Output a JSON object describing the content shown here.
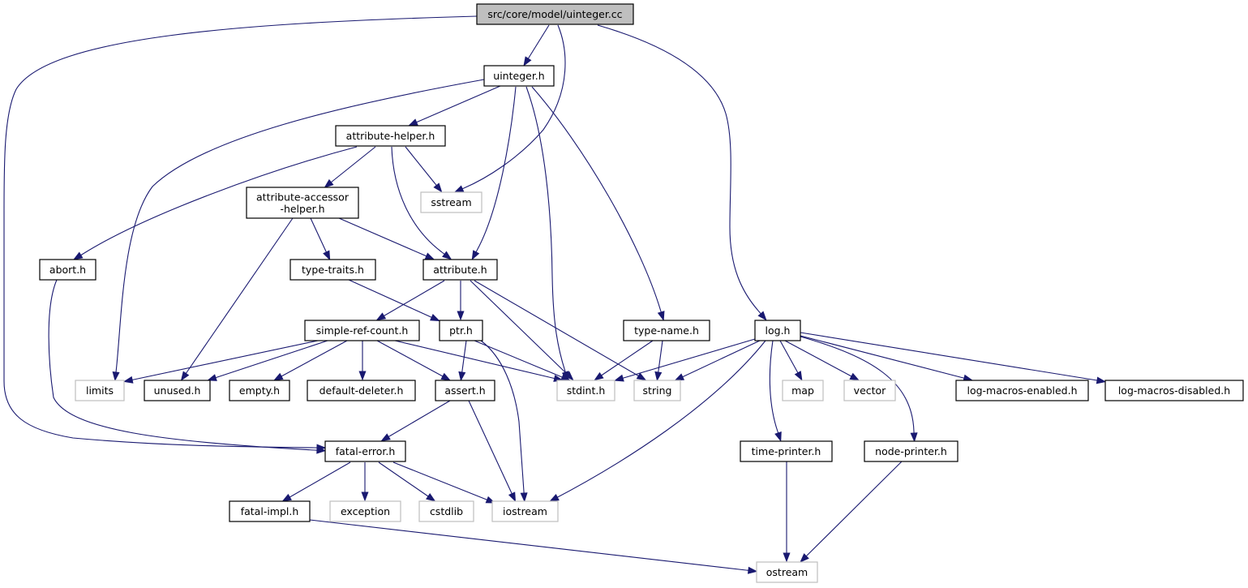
{
  "graph": {
    "root": "uinteger_cc",
    "nodes": [
      {
        "id": "uinteger_cc",
        "lines": [
          "src/core/model/uinteger.cc"
        ],
        "kind": "root",
        "link": false
      },
      {
        "id": "uinteger_h",
        "lines": [
          "uinteger.h"
        ],
        "kind": "file",
        "link": true
      },
      {
        "id": "attribute_helper_h",
        "lines": [
          "attribute-helper.h"
        ],
        "kind": "file",
        "link": true
      },
      {
        "id": "sstream",
        "lines": [
          "sstream"
        ],
        "kind": "external",
        "link": false
      },
      {
        "id": "attribute_accessor_helper_h",
        "lines": [
          "attribute-accessor",
          "-helper.h"
        ],
        "kind": "file",
        "link": true
      },
      {
        "id": "abort_h",
        "lines": [
          "abort.h"
        ],
        "kind": "file",
        "link": true
      },
      {
        "id": "type_traits_h",
        "lines": [
          "type-traits.h"
        ],
        "kind": "file",
        "link": true
      },
      {
        "id": "attribute_h",
        "lines": [
          "attribute.h"
        ],
        "kind": "file",
        "link": true
      },
      {
        "id": "simple_ref_count_h",
        "lines": [
          "simple-ref-count.h"
        ],
        "kind": "file",
        "link": true
      },
      {
        "id": "ptr_h",
        "lines": [
          "ptr.h"
        ],
        "kind": "file",
        "link": true
      },
      {
        "id": "type_name_h",
        "lines": [
          "type-name.h"
        ],
        "kind": "file",
        "link": true
      },
      {
        "id": "log_h",
        "lines": [
          "log.h"
        ],
        "kind": "file",
        "link": true
      },
      {
        "id": "limits",
        "lines": [
          "limits"
        ],
        "kind": "external",
        "link": false
      },
      {
        "id": "unused_h",
        "lines": [
          "unused.h"
        ],
        "kind": "file",
        "link": true
      },
      {
        "id": "empty_h",
        "lines": [
          "empty.h"
        ],
        "kind": "file",
        "link": true
      },
      {
        "id": "default_deleter_h",
        "lines": [
          "default-deleter.h"
        ],
        "kind": "file",
        "link": true
      },
      {
        "id": "assert_h",
        "lines": [
          "assert.h"
        ],
        "kind": "file",
        "link": true
      },
      {
        "id": "stdint_h",
        "lines": [
          "stdint.h"
        ],
        "kind": "external",
        "link": false
      },
      {
        "id": "string",
        "lines": [
          "string"
        ],
        "kind": "external",
        "link": false
      },
      {
        "id": "map",
        "lines": [
          "map"
        ],
        "kind": "external",
        "link": false
      },
      {
        "id": "vector",
        "lines": [
          "vector"
        ],
        "kind": "external",
        "link": false
      },
      {
        "id": "log_macros_enabled_h",
        "lines": [
          "log-macros-enabled.h"
        ],
        "kind": "file",
        "link": true
      },
      {
        "id": "log_macros_disabled_h",
        "lines": [
          "log-macros-disabled.h"
        ],
        "kind": "file",
        "link": true
      },
      {
        "id": "fatal_error_h",
        "lines": [
          "fatal-error.h"
        ],
        "kind": "file",
        "link": true
      },
      {
        "id": "time_printer_h",
        "lines": [
          "time-printer.h"
        ],
        "kind": "file",
        "link": true
      },
      {
        "id": "node_printer_h",
        "lines": [
          "node-printer.h"
        ],
        "kind": "file",
        "link": true
      },
      {
        "id": "fatal_impl_h",
        "lines": [
          "fatal-impl.h"
        ],
        "kind": "file",
        "link": true
      },
      {
        "id": "exception",
        "lines": [
          "exception"
        ],
        "kind": "external",
        "link": false
      },
      {
        "id": "cstdlib",
        "lines": [
          "cstdlib"
        ],
        "kind": "external",
        "link": false
      },
      {
        "id": "iostream",
        "lines": [
          "iostream"
        ],
        "kind": "external",
        "link": false
      },
      {
        "id": "ostream",
        "lines": [
          "ostream"
        ],
        "kind": "external",
        "link": false
      }
    ],
    "edges": [
      [
        "uinteger_cc",
        "uinteger_h"
      ],
      [
        "uinteger_cc",
        "sstream"
      ],
      [
        "uinteger_cc",
        "fatal_error_h"
      ],
      [
        "uinteger_cc",
        "log_h"
      ],
      [
        "uinteger_h",
        "attribute_helper_h"
      ],
      [
        "uinteger_h",
        "limits"
      ],
      [
        "uinteger_h",
        "attribute_h"
      ],
      [
        "uinteger_h",
        "stdint_h"
      ],
      [
        "uinteger_h",
        "type_name_h"
      ],
      [
        "attribute_helper_h",
        "attribute_accessor_helper_h"
      ],
      [
        "attribute_helper_h",
        "sstream"
      ],
      [
        "attribute_helper_h",
        "abort_h"
      ],
      [
        "attribute_helper_h",
        "attribute_h"
      ],
      [
        "attribute_accessor_helper_h",
        "type_traits_h"
      ],
      [
        "attribute_accessor_helper_h",
        "attribute_h"
      ],
      [
        "attribute_accessor_helper_h",
        "unused_h"
      ],
      [
        "abort_h",
        "fatal_error_h"
      ],
      [
        "type_traits_h",
        "ptr_h"
      ],
      [
        "attribute_h",
        "simple_ref_count_h"
      ],
      [
        "attribute_h",
        "ptr_h"
      ],
      [
        "attribute_h",
        "stdint_h"
      ],
      [
        "attribute_h",
        "string"
      ],
      [
        "simple_ref_count_h",
        "limits"
      ],
      [
        "simple_ref_count_h",
        "unused_h"
      ],
      [
        "simple_ref_count_h",
        "empty_h"
      ],
      [
        "simple_ref_count_h",
        "default_deleter_h"
      ],
      [
        "simple_ref_count_h",
        "assert_h"
      ],
      [
        "simple_ref_count_h",
        "stdint_h"
      ],
      [
        "ptr_h",
        "assert_h"
      ],
      [
        "ptr_h",
        "stdint_h"
      ],
      [
        "ptr_h",
        "iostream"
      ],
      [
        "type_name_h",
        "stdint_h"
      ],
      [
        "type_name_h",
        "string"
      ],
      [
        "log_h",
        "stdint_h"
      ],
      [
        "log_h",
        "string"
      ],
      [
        "log_h",
        "map"
      ],
      [
        "log_h",
        "vector"
      ],
      [
        "log_h",
        "log_macros_enabled_h"
      ],
      [
        "log_h",
        "log_macros_disabled_h"
      ],
      [
        "log_h",
        "time_printer_h"
      ],
      [
        "log_h",
        "node_printer_h"
      ],
      [
        "log_h",
        "iostream"
      ],
      [
        "assert_h",
        "fatal_error_h"
      ],
      [
        "assert_h",
        "iostream"
      ],
      [
        "fatal_error_h",
        "fatal_impl_h"
      ],
      [
        "fatal_error_h",
        "exception"
      ],
      [
        "fatal_error_h",
        "cstdlib"
      ],
      [
        "fatal_error_h",
        "iostream"
      ],
      [
        "fatal_impl_h",
        "ostream"
      ],
      [
        "time_printer_h",
        "ostream"
      ],
      [
        "node_printer_h",
        "ostream"
      ]
    ],
    "colors": {
      "edge": "#191970",
      "root_fill": "#bfbfbf",
      "node_border": "#000000",
      "external_border": "#bfbfbf",
      "background": "#ffffff"
    }
  }
}
